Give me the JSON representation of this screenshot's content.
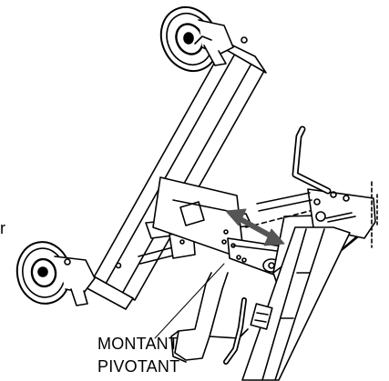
{
  "figure": {
    "callout_line_1": "MONTANT",
    "callout_line_2": "PIVOTANT",
    "edge_letter": "r",
    "stroke_color": "#000000",
    "fill_color": "#ffffff",
    "arrow_color": "#555555"
  }
}
